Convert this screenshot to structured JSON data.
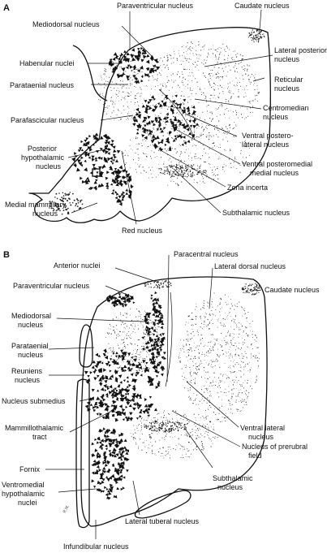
{
  "panels": [
    {
      "id": "A",
      "letter": "A",
      "labels": {
        "paraventricular_nucleus": "Paraventricular nucleus",
        "caudate_nucleus": "Caudate nucleus",
        "mediodorsal_nucleus": "Mediodorsal nucleus",
        "lateral_posterior_nucleus_1": "Lateral posterior",
        "lateral_posterior_nucleus_2": "nucleus",
        "habenular_nuclei": "Habenular nuclei",
        "reticular_nucleus_1": "Reticular",
        "reticular_nucleus_2": "nucleus",
        "parataenial_nucleus": "Parataenial nucleus",
        "parafascicular_nucleus": "Parafascicular nucleus",
        "centromedian_nucleus_1": "Centromedian",
        "centromedian_nucleus_2": "nucleus",
        "ventral_posterolateral_1": "Ventral postero-",
        "ventral_posterolateral_2": "lateral nucleus",
        "posterior_hypothalamic_1": "Posterior",
        "posterior_hypothalamic_2": "hypothalamic",
        "posterior_hypothalamic_3": "nucleus",
        "ventral_posteromedial_1": "Ventral posteromedial",
        "ventral_posteromedial_2": "medial nucleus",
        "zona_incerta": "Zona incerta",
        "medial_mammillary_1": "Medial mammillary",
        "medial_mammillary_2": "nucleus",
        "subthalamic_nucleus": "Subthalamic nucleus",
        "red_nucleus": "Red nucleus"
      }
    },
    {
      "id": "B",
      "letter": "B",
      "labels": {
        "paracentral_nucleus": "Paracentral nucleus",
        "anterior_nuclei": "Anterior nuclei",
        "lateral_dorsal_nucleus": "Lateral dorsal nucleus",
        "paraventricular_nucleus": "Paraventricular nucleus",
        "caudate_nucleus": "Caudate nucleus",
        "mediodorsal_nucleus_1": "Mediodorsal",
        "mediodorsal_nucleus_2": "nucleus",
        "parataenial_nucleus_1": "Parataenial",
        "parataenial_nucleus_2": "nucleus",
        "reuniens_nucleus_1": "Reuniens",
        "reuniens_nucleus_2": "nucleus",
        "nucleus_submedius": "Nucleus submedius",
        "mammillothalamic_1": "Mammillothalamic",
        "mammillothalamic_2": "tract",
        "ventral_lateral_1": "Ventral lateral",
        "ventral_lateral_2": "nucleus",
        "nucleus_prerubral_1": "Nucleus of prerubral",
        "nucleus_prerubral_2": "field",
        "fornix": "Fornix",
        "ventromedial_hypothalamic_1": "Ventromedial",
        "ventromedial_hypothalamic_2": "hypothalamic",
        "ventromedial_hypothalamic_3": "nuclei",
        "subthalamic_nucleus_1": "Subthalamic",
        "subthalamic_nucleus_2": "nucleus",
        "lateral_tuberal_nucleus": "Lateral tuberal nucleus",
        "infundibular_nucleus": "Infundibular nucleus"
      }
    }
  ],
  "signature": "R.M."
}
